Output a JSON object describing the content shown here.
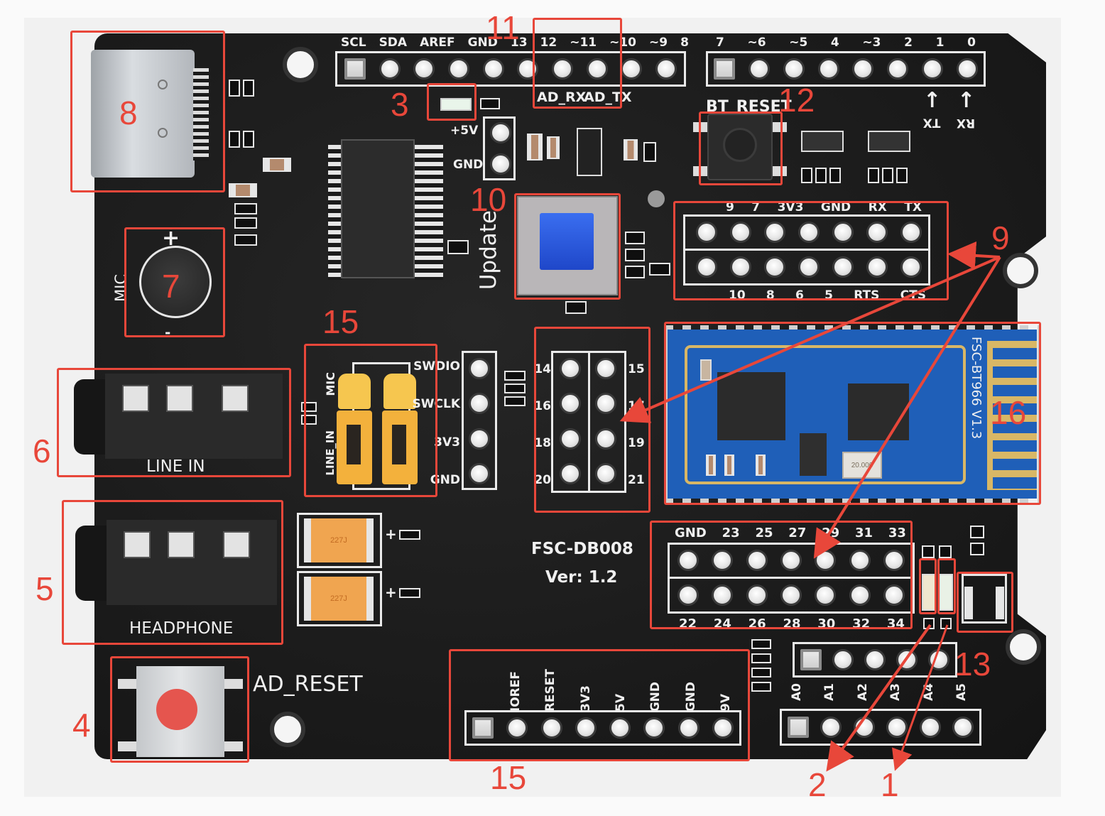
{
  "board": {
    "model": "FSC-DB008",
    "version": "Ver: 1.2",
    "module_label": "FSC-BT966 V1.3",
    "crystal_marking": "20.000",
    "capacitor_marking": "227J"
  },
  "headers": {
    "digital_high": {
      "labels": [
        "SCL",
        "SDA",
        "AREF",
        "GND",
        "13",
        "12",
        "~11",
        "~10",
        "~9",
        "8"
      ],
      "sub_labels": [
        "AD_RX",
        "AD_TX"
      ]
    },
    "digital_low": {
      "labels": [
        "7",
        "~6",
        "~5",
        "4",
        "~3",
        "2",
        "1",
        "0"
      ],
      "arrow_labels": [
        "TX",
        "RX"
      ]
    },
    "bt_header": {
      "top_labels": [
        "9",
        "7",
        "3V3",
        "GND",
        "RX",
        "TX"
      ],
      "bottom_labels": [
        "10",
        "8",
        "6",
        "5",
        "RTS",
        "CTS"
      ]
    },
    "odd_even_header": {
      "top_labels": [
        "GND",
        "23",
        "25",
        "27",
        "29",
        "31",
        "33"
      ],
      "bottom_labels": [
        "22",
        "24",
        "26",
        "28",
        "30",
        "32",
        "34"
      ]
    },
    "mid_header": {
      "left_labels": [
        "14",
        "16",
        "18",
        "20"
      ],
      "right_labels": [
        "15",
        "17",
        "19",
        "21"
      ]
    },
    "swd": {
      "labels": [
        "SWDIO",
        "SWCLK",
        "3V3",
        "GND"
      ]
    },
    "power": {
      "labels": [
        "IOREF",
        "RESET",
        "3V3",
        "5V",
        "GND",
        "GND",
        "9V"
      ]
    },
    "analog": {
      "labels": [
        "A0",
        "A1",
        "A2",
        "A3",
        "A4",
        "A5"
      ]
    },
    "power_5v": {
      "labels": [
        "+5V",
        "GND"
      ]
    }
  },
  "components": {
    "mic_label": "MIC",
    "mic_plus": "+",
    "mic_minus": "-",
    "line_in_label": "LINE IN",
    "headphone_label": "HEADPHONE",
    "ad_reset_label": "AD_RESET",
    "bt_reset_label": "BT_RESET",
    "update_label": "Update",
    "jumper_labels": [
      "MIC",
      "LINE_IN"
    ],
    "cap_plus": "+"
  },
  "callouts": [
    "1",
    "2",
    "3",
    "4",
    "5",
    "6",
    "7",
    "8",
    "9",
    "10",
    "11",
    "12",
    "13",
    "15",
    "15",
    "16"
  ],
  "colors": {
    "callout_red": "#e8473a",
    "board_black": "#1b1b1b",
    "silkscreen": "#f0f0f0",
    "module_blue": "#1f5fb8",
    "jumper_yellow": "#f3b13c",
    "update_blue": "#2458e0",
    "reset_red": "#e5554e"
  }
}
